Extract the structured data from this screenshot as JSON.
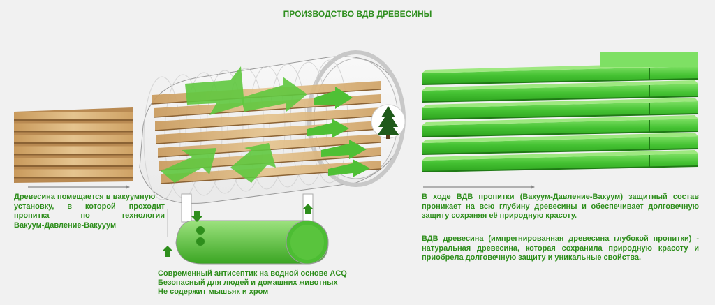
{
  "header": {
    "title": "ПРОИЗВОДСТВО ВДВ ДРЕВЕСИНЫ"
  },
  "left_text": {
    "lines": [
      "Древесина помещается в вакуумную",
      "установку, в которой проходит",
      "пропитка по технологии",
      "Вакуум-Давление-Вакууум"
    ]
  },
  "bottom_text": {
    "lines": [
      "Современный антисептик на водной основе ACQ",
      "Безопасный для людей и домашних животных",
      "Не содержит мышьяк и хром"
    ]
  },
  "right_text": {
    "p1": "В ходе ВДВ пропитки (Вакуум-Давление-Вакуум) защитный состав проникает на всю глубину древесины и обеспечивает долговечную защиту сохраняя её природную красоту.",
    "p2": "ВДВ древесина (импрегнированная древесина глубокой пропитки) - натуральная древесина, которая сохранила природную красоту и приобрела долговечную защиту и уникальные свойства."
  },
  "colors": {
    "accent_green": "#2e8e1c",
    "treated_wood": "#4cc23a",
    "raw_wood": "#d9b47c",
    "liquid": "#58c23c"
  },
  "icons": {
    "tree": "pine-tree-icon",
    "flow": "arrow-icon"
  }
}
